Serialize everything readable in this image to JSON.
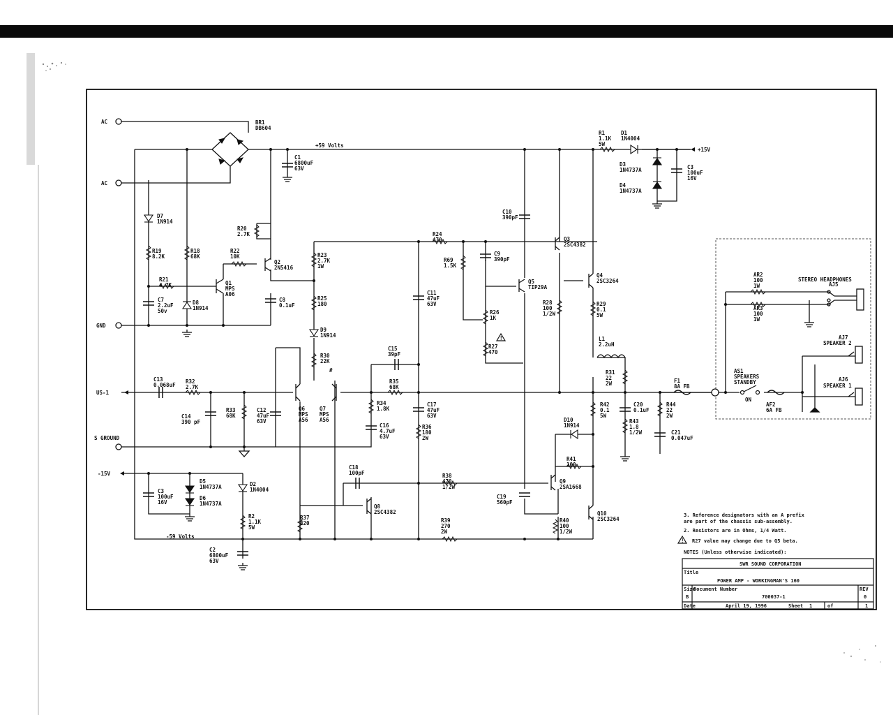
{
  "ports": {
    "ac1": "AC",
    "ac2": "AC",
    "gnd": "GND",
    "us1": "US-1",
    "sground": "S GROUND",
    "neg15": "-15V",
    "pos15": "+15V"
  },
  "rails": {
    "pos59": "+59 Volts",
    "neg59": "-59 Volts"
  },
  "parts": [
    {
      "key": "br1",
      "ref": "BR1",
      "val": "DB604"
    },
    {
      "key": "c1",
      "ref": "C1",
      "val": "6800uF",
      "val2": "63V"
    },
    {
      "key": "r1",
      "ref": "R1",
      "val": "1.1K",
      "val2": "5W"
    },
    {
      "key": "d1",
      "ref": "D1",
      "val": "1N4004"
    },
    {
      "key": "d3",
      "ref": "D3",
      "val": "1N4737A"
    },
    {
      "key": "d4",
      "ref": "D4",
      "val": "1N4737A"
    },
    {
      "key": "c3a",
      "ref": "C3",
      "val": "100uF",
      "val2": "16V"
    },
    {
      "key": "d7",
      "ref": "D7",
      "val": "1N914"
    },
    {
      "key": "r19",
      "ref": "R19",
      "val": "8.2K"
    },
    {
      "key": "r18",
      "ref": "R18",
      "val": "68K"
    },
    {
      "key": "r20",
      "ref": "R20",
      "val": "2.7K"
    },
    {
      "key": "r22",
      "ref": "R22",
      "val": "10K"
    },
    {
      "key": "q2",
      "ref": "Q2",
      "val": "2N5416"
    },
    {
      "key": "r21",
      "ref": "R21",
      "val": "4.7K"
    },
    {
      "key": "q1",
      "ref": "Q1",
      "val": "MPS",
      "val2": "A06"
    },
    {
      "key": "c7",
      "ref": "C7",
      "val": "2.2uF",
      "val2": "50v"
    },
    {
      "key": "d8",
      "ref": "D8",
      "val": "1N914"
    },
    {
      "key": "c8",
      "ref": "C8",
      "val": "0.1uF"
    },
    {
      "key": "r23",
      "ref": "R23",
      "val": "2.7K",
      "val2": "1W"
    },
    {
      "key": "r25",
      "ref": "R25",
      "val": "180"
    },
    {
      "key": "d9",
      "ref": "D9",
      "val": "1N914"
    },
    {
      "key": "r30",
      "ref": "R30",
      "val": "22K"
    },
    {
      "key": "r24",
      "ref": "R24",
      "val": "470"
    },
    {
      "key": "c10",
      "ref": "C10",
      "val": "390pF"
    },
    {
      "key": "c9",
      "ref": "C9",
      "val": "390pF"
    },
    {
      "key": "r69",
      "ref": "R69",
      "val": "1.5K"
    },
    {
      "key": "q5",
      "ref": "Q5",
      "val": "TIP29A"
    },
    {
      "key": "q3",
      "ref": "Q3",
      "val": "2SC4382"
    },
    {
      "key": "q4",
      "ref": "Q4",
      "val": "2SC3264"
    },
    {
      "key": "r26",
      "ref": "R26",
      "val": "1K"
    },
    {
      "key": "r27",
      "ref": "R27",
      "val": "470"
    },
    {
      "key": "r28",
      "ref": "R28",
      "val": "100",
      "val2": "1/2W"
    },
    {
      "key": "r29",
      "ref": "R29",
      "val": "0.1",
      "val2": "5W"
    },
    {
      "key": "c11",
      "ref": "C11",
      "val": "47uF",
      "val2": "63V"
    },
    {
      "key": "c15",
      "ref": "C15",
      "val": "39pF"
    },
    {
      "key": "l1",
      "ref": "L1",
      "val": "2.2uH"
    },
    {
      "key": "r31",
      "ref": "R31",
      "val": "22",
      "val2": "2W"
    },
    {
      "key": "c13",
      "ref": "C13",
      "val": "0.068uF"
    },
    {
      "key": "r32",
      "ref": "R32",
      "val": "2.7K"
    },
    {
      "key": "q6",
      "ref": "Q6",
      "val": "MPS",
      "val2": "A56"
    },
    {
      "key": "q7",
      "ref": "Q7",
      "val": "MPS",
      "val2": "A56"
    },
    {
      "key": "r35",
      "ref": "R35",
      "val": "68K"
    },
    {
      "key": "c14",
      "ref": "C14",
      "val": "390 pF"
    },
    {
      "key": "r33",
      "ref": "R33",
      "val": "68K"
    },
    {
      "key": "c12",
      "ref": "C12",
      "val": "47uF",
      "val2": "63V"
    },
    {
      "key": "r34",
      "ref": "R34",
      "val": "1.8K"
    },
    {
      "key": "c16",
      "ref": "C16",
      "val": "4.7uF",
      "val2": "63V"
    },
    {
      "key": "c17",
      "ref": "C17",
      "val": "47uF",
      "val2": "63V"
    },
    {
      "key": "r36",
      "ref": "R36",
      "val": "180",
      "val2": "2W"
    },
    {
      "key": "r42",
      "ref": "R42",
      "val": "0.1",
      "val2": "5W"
    },
    {
      "key": "c20",
      "ref": "C20",
      "val": "0.1uF"
    },
    {
      "key": "r44",
      "ref": "R44",
      "val": "22",
      "val2": "2W"
    },
    {
      "key": "r43",
      "ref": "R43",
      "val": "1.8",
      "val2": "1/2W"
    },
    {
      "key": "c21",
      "ref": "C21",
      "val": "0.047uF"
    },
    {
      "key": "d10",
      "ref": "D10",
      "val": "1N914"
    },
    {
      "key": "r41",
      "ref": "R41",
      "val": "100"
    },
    {
      "key": "c3b",
      "ref": "C3",
      "val": "100uF",
      "val2": "16V"
    },
    {
      "key": "d5",
      "ref": "D5",
      "val": "1N4737A"
    },
    {
      "key": "d6",
      "ref": "D6",
      "val": "1N4737A"
    },
    {
      "key": "d2",
      "ref": "D2",
      "val": "1N4004"
    },
    {
      "key": "r2",
      "ref": "R2",
      "val": "1.1K",
      "val2": "5W"
    },
    {
      "key": "c18",
      "ref": "C18",
      "val": "100pF"
    },
    {
      "key": "q8",
      "ref": "Q8",
      "val": "2SC4382"
    },
    {
      "key": "r38",
      "ref": "R38",
      "val": "470",
      "val2": "1/2W"
    },
    {
      "key": "q9",
      "ref": "Q9",
      "val": "2SA1668"
    },
    {
      "key": "c19",
      "ref": "C19",
      "val": "560pF"
    },
    {
      "key": "q10",
      "ref": "Q10",
      "val": "2SC3264"
    },
    {
      "key": "r40",
      "ref": "R40",
      "val": "100",
      "val2": "1/2W"
    },
    {
      "key": "r37",
      "ref": "R37",
      "val": "820"
    },
    {
      "key": "r39",
      "ref": "R39",
      "val": "270",
      "val2": "2W"
    },
    {
      "key": "c2",
      "ref": "C2",
      "val": "6800uF",
      "val2": "63V"
    },
    {
      "key": "f1",
      "ref": "F1",
      "val": "8A FB"
    },
    {
      "key": "ar2",
      "ref": "AR2",
      "val": "100",
      "val2": "1W"
    },
    {
      "key": "ar3",
      "ref": "AR3",
      "val": "100",
      "val2": "1W"
    },
    {
      "key": "as1",
      "ref": "AS1",
      "val": "SPEAKERS",
      "val2": "STANDBY"
    },
    {
      "key": "af2",
      "ref": "AF2",
      "val": "6A FB"
    }
  ],
  "misc_labels": {
    "on": "ON",
    "aj5_title": "STEREO HEADPHONES",
    "aj5": "AJ5",
    "aj7_ref": "AJ7",
    "aj7": "SPEAKER 2",
    "aj6_ref": "AJ6",
    "aj6": "SPEAKER 1",
    "hash": "#"
  },
  "notes": {
    "n3a": "3. Reference designators with an A prefix",
    "n3b": "   are part of the chassis sub-assembly.",
    "n2": "2. Resistors are in Ohms, 1/4 Watt.",
    "n1": "R27 value may change due to Q5 beta.",
    "header": "NOTES (Unless otherwise indicated):"
  },
  "title_block": {
    "company": "SWR SOUND CORPORATION",
    "title_label": "Title",
    "title": "POWER AMP - WORKINGMAN'S 160",
    "size_label": "Size",
    "size": "B",
    "docnum_label": "Document Number",
    "docnum": "700037-1",
    "rev_label": "REV",
    "rev": "0",
    "date_label": "Date",
    "date": "April 19, 1996",
    "sheet_label": "Sheet",
    "sheet": "1",
    "of_label": "of",
    "of": "1"
  }
}
